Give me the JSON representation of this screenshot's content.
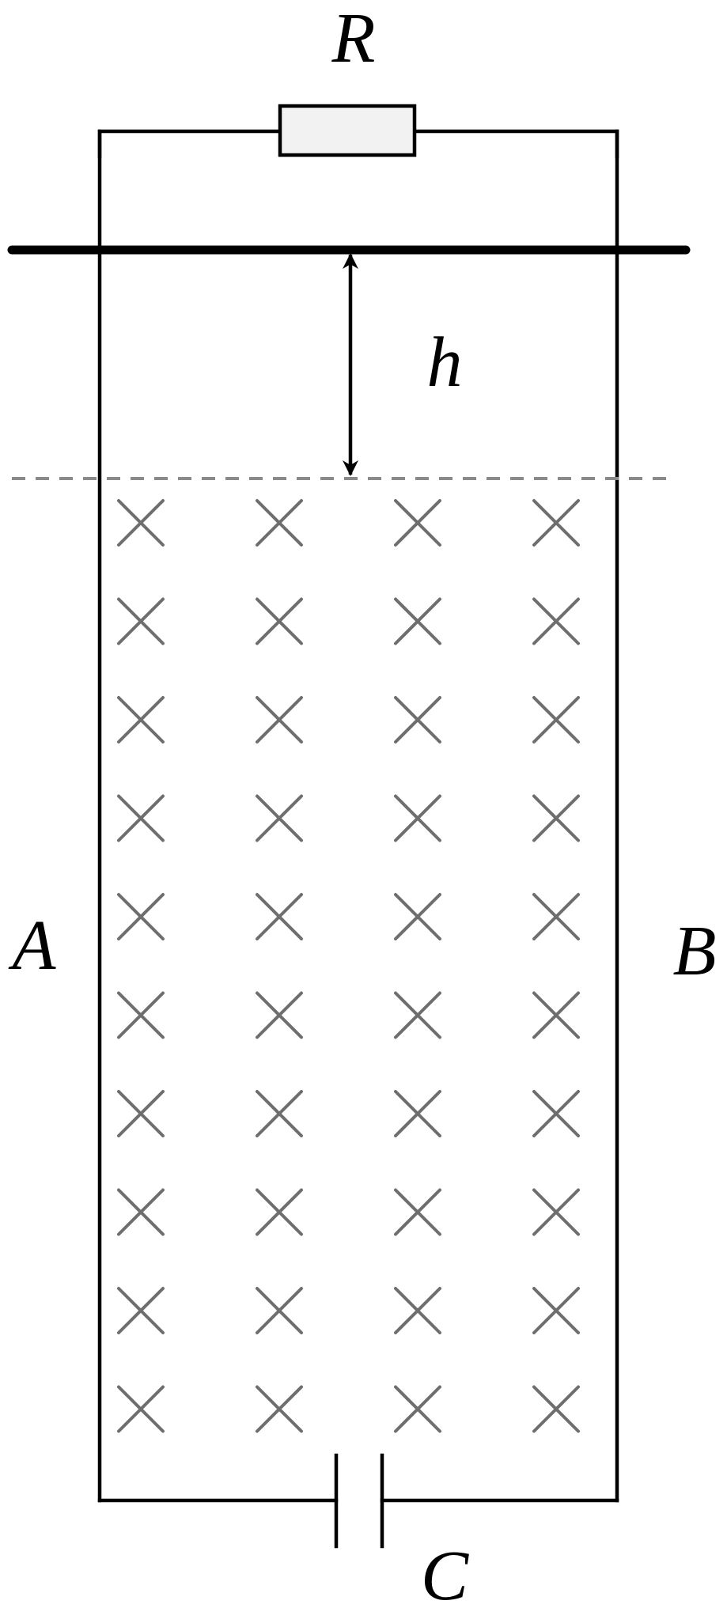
{
  "labels": {
    "resistor": "R",
    "height": "h",
    "left_rail": "A",
    "right_rail": "B",
    "capacitor": "C"
  },
  "field": {
    "rows": 10,
    "columns": 4
  },
  "colors": {
    "wire": "#000000",
    "field_mark": "#6e6e6e",
    "boundary": "#8a8a8a",
    "resistor_fill": "#f2f2f2"
  }
}
